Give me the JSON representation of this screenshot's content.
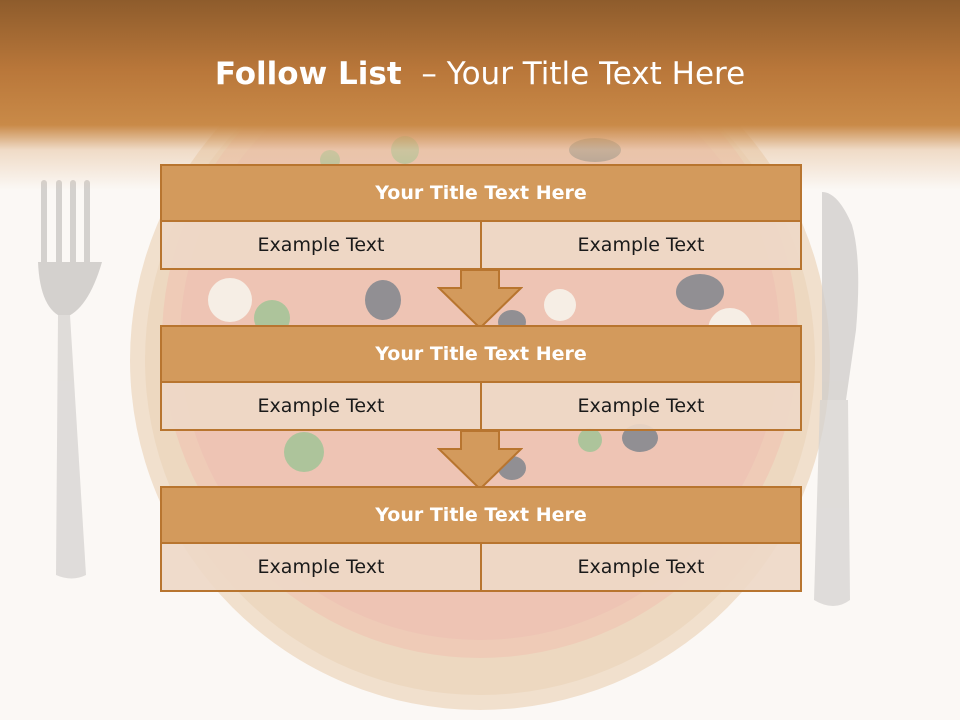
{
  "title": {
    "bold": "Follow List",
    "rest": "– Your Title Text Here"
  },
  "steps": [
    {
      "title": "Your Title Text Here",
      "left": "Example Text",
      "right": "Example Text"
    },
    {
      "title": "Your Title Text Here",
      "left": "Example Text",
      "right": "Example Text"
    },
    {
      "title": "Your Title Text Here",
      "left": "Example Text",
      "right": "Example Text"
    }
  ],
  "colors": {
    "header": "#b9773a",
    "box_fill": "#d39a5c",
    "box_border": "#b8752f",
    "cell_fill": "#eed8c7"
  },
  "decor": [
    "fork-icon",
    "knife-icon",
    "pizza-image"
  ]
}
